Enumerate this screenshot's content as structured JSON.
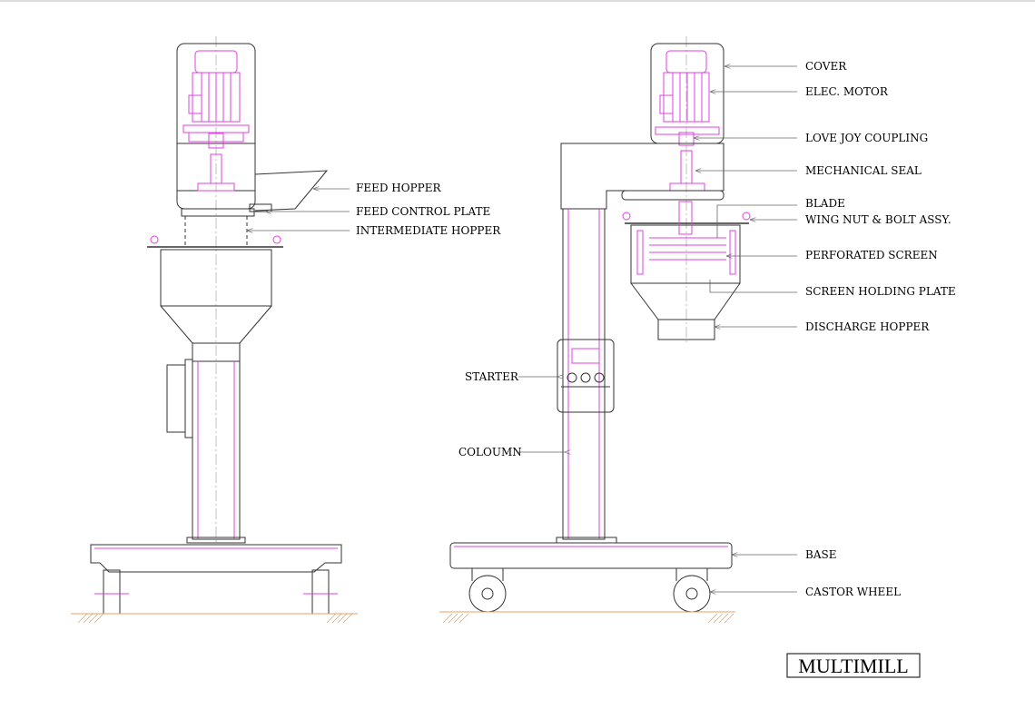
{
  "labels": {
    "feed_hopper": "FEED HOPPER",
    "feed_control_plate": "FEED CONTROL PLATE",
    "intermediate_hopper": "INTERMEDIATE HOPPER",
    "cover": "COVER",
    "elec_motor": "ELEC. MOTOR",
    "love_joy_coupling": "LOVE JOY COUPLING",
    "mechanical_seal": "MECHANICAL SEAL",
    "blade": "BLADE",
    "wing_nut_bolt": "WING NUT & BOLT ASSY.",
    "perforated_screen": "PERFORATED SCREEN",
    "screen_holding_plate": "SCREEN HOLDING PLATE",
    "discharge_hopper": "DISCHARGE HOPPER",
    "starter": "STARTER",
    "column": "COLOUMN",
    "base": "BASE",
    "castor_wheel": "CASTOR WHEEL"
  },
  "title": "MULTIMILL",
  "colors": {
    "line": "#333333",
    "magenta": "#e040e0",
    "leader": "#666666",
    "ground": "#e8a060"
  }
}
